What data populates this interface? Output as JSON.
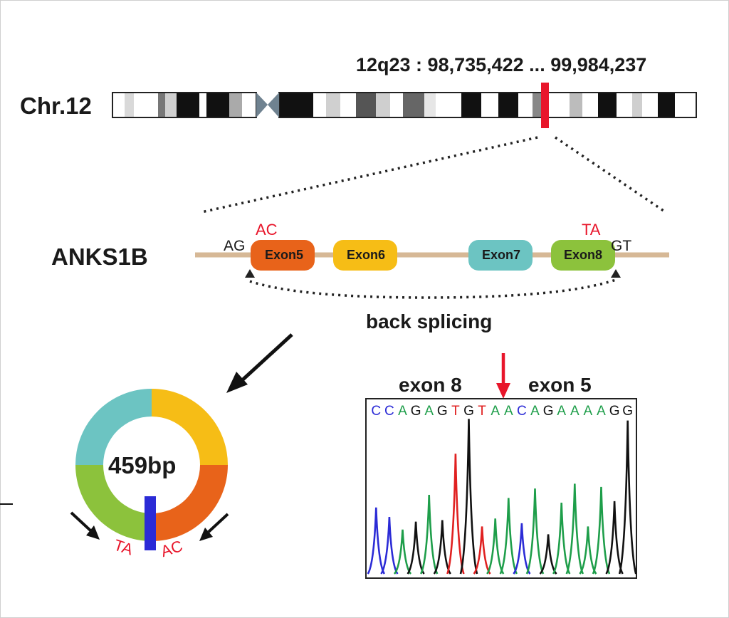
{
  "chromosome": {
    "label": "Chr.12",
    "locus": "12q23 : 98,735,422 ... 99,984,237"
  },
  "gene": {
    "name": "ANKS1B",
    "left_site": "AG",
    "left_site_top": "AC",
    "right_site": "GT",
    "right_site_top": "TA",
    "exons": [
      {
        "label": "Exon5",
        "color": "#e8631a"
      },
      {
        "label": "Exon6",
        "color": "#f6bd16"
      },
      {
        "label": "Exon7",
        "color": "#6cc4c2"
      },
      {
        "label": "Exon8",
        "color": "#8cc23c"
      }
    ],
    "back_splicing_label": "back splicing"
  },
  "circrna": {
    "size_label": "459bp",
    "left_junction": "TA",
    "right_junction": "AC",
    "segments": [
      {
        "name": "exon5",
        "color": "#e8631a"
      },
      {
        "name": "exon6",
        "color": "#f6bd16"
      },
      {
        "name": "exon7",
        "color": "#6cc4c2"
      },
      {
        "name": "exon8",
        "color": "#8cc23c"
      }
    ],
    "junction_color": "#2b2bd6"
  },
  "chromatogram": {
    "left_exon": "exon 8",
    "right_exon": "exon 5",
    "sequence": "CCAGAGTGTAACAGAAAAGG",
    "base_colors": {
      "A": "#1e9e4a",
      "C": "#2b2bd6",
      "G": "#111111",
      "T": "#e02020"
    }
  },
  "accent_red": "#e8162b"
}
